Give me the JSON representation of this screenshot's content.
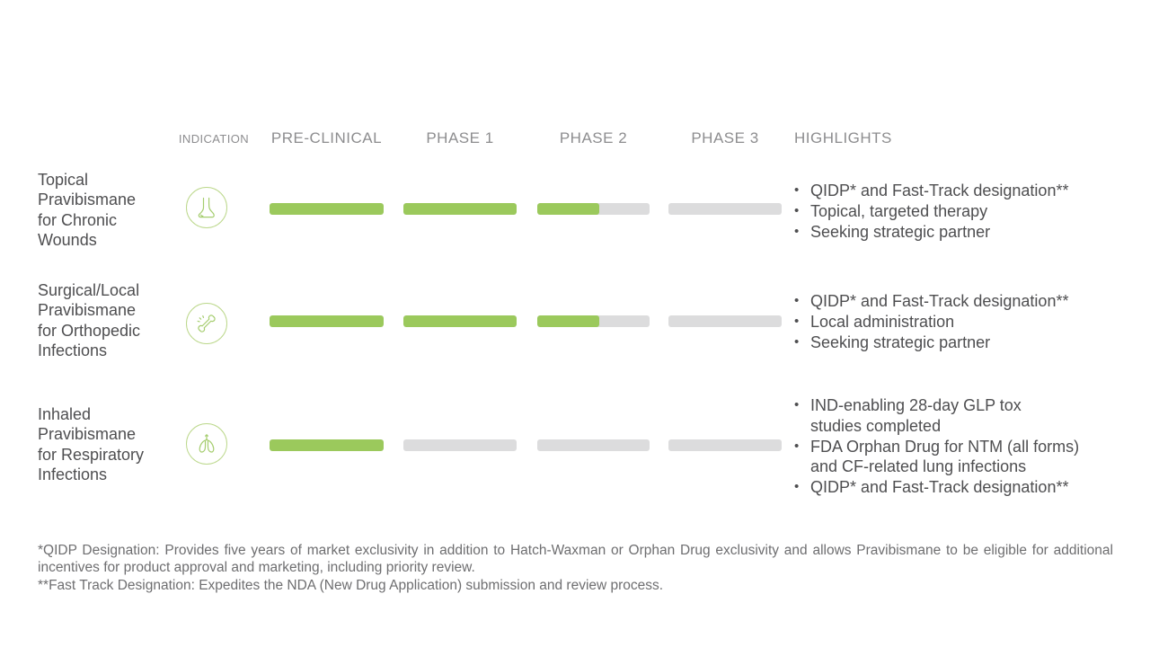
{
  "slide": {
    "columns": [
      "INDICATION",
      "PRE-CLINICAL",
      "PHASE 1",
      "PHASE 2",
      "PHASE 3",
      "HIGHLIGHTS"
    ],
    "rows": [
      {
        "indication": "Topical\nPravibismane\nfor Chronic\nWounds",
        "icon": "foot-icon",
        "progress": [
          100,
          100,
          55,
          0
        ],
        "highlights": [
          "QIDP* and Fast-Track designation**",
          "Topical, targeted therapy",
          "Seeking strategic partner"
        ]
      },
      {
        "indication": "Surgical/Local\nPravibismane\nfor Orthopedic\nInfections",
        "icon": "bone-icon",
        "progress": [
          100,
          100,
          55,
          0
        ],
        "highlights": [
          "QIDP* and Fast-Track designation**",
          "Local administration",
          "Seeking strategic partner"
        ]
      },
      {
        "indication": "Inhaled\nPravibismane\nfor Respiratory\nInfections",
        "icon": "lungs-icon",
        "progress": [
          100,
          0,
          0,
          0
        ],
        "highlights": [
          "IND-enabling 28-day GLP tox\nstudies completed",
          "FDA Orphan Drug for NTM (all forms)\nand CF-related lung infections",
          "QIDP* and Fast-Track designation**"
        ]
      }
    ],
    "footnotes": [
      "*QIDP Designation: Provides five years of market exclusivity in addition to Hatch-Waxman or Orphan Drug exclusivity and allows Pravibismane to be eligible for additional incentives for product approval and marketing, including priority review.",
      "**Fast Track Designation: Expedites the NDA (New Drug Application) submission and review process."
    ],
    "colors": {
      "progress_complete": "#9bc95c",
      "progress_track": "#dcdcdd",
      "icon_stroke": "#a5cd6e",
      "icon_circle": "#bcd88c",
      "header_text": "#8d8d8f",
      "body_text": "#4e4e50",
      "footnote_text": "#6e6e70"
    }
  }
}
